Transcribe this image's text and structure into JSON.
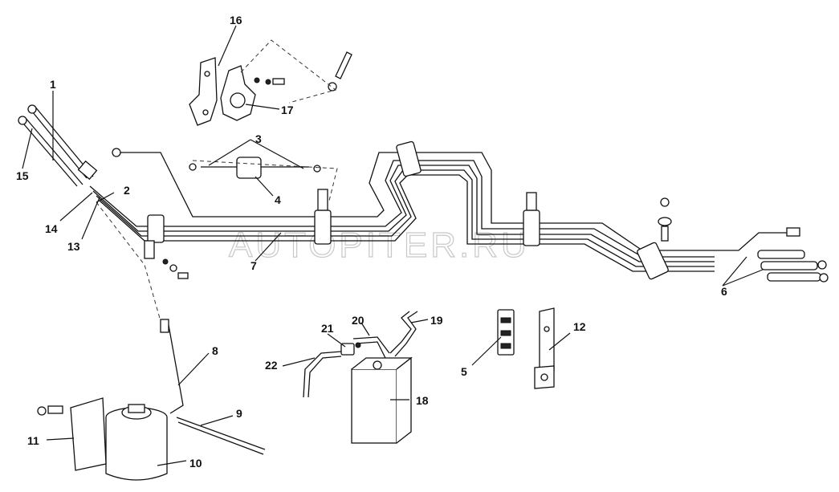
{
  "watermark": "AUTOPITER.RU",
  "callouts": [
    {
      "id": "c1",
      "label": "1"
    },
    {
      "id": "c2",
      "label": "2"
    },
    {
      "id": "c3",
      "label": "3"
    },
    {
      "id": "c4",
      "label": "4"
    },
    {
      "id": "c5",
      "label": "5"
    },
    {
      "id": "c6",
      "label": "6"
    },
    {
      "id": "c7",
      "label": "7"
    },
    {
      "id": "c8",
      "label": "8"
    },
    {
      "id": "c9",
      "label": "9"
    },
    {
      "id": "c10",
      "label": "10"
    },
    {
      "id": "c11",
      "label": "11"
    },
    {
      "id": "c12",
      "label": "12"
    },
    {
      "id": "c13",
      "label": "13"
    },
    {
      "id": "c14",
      "label": "14"
    },
    {
      "id": "c15",
      "label": "15"
    },
    {
      "id": "c16",
      "label": "16"
    },
    {
      "id": "c17",
      "label": "17"
    },
    {
      "id": "c18",
      "label": "18"
    },
    {
      "id": "c19",
      "label": "19"
    },
    {
      "id": "c20",
      "label": "20"
    },
    {
      "id": "c21",
      "label": "21"
    },
    {
      "id": "c22",
      "label": "22"
    }
  ]
}
